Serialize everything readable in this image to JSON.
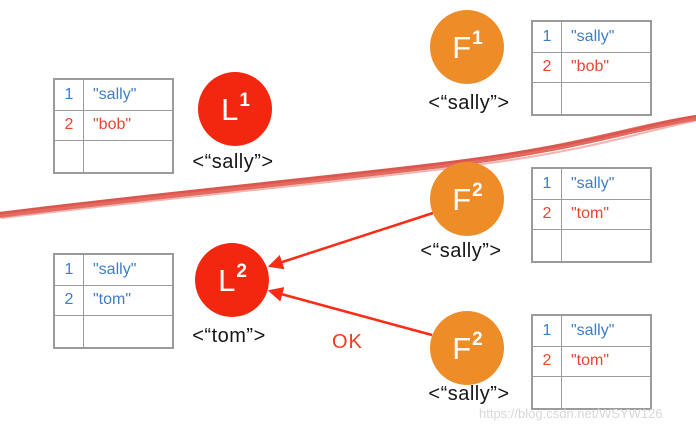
{
  "palette": {
    "leader_red": "#f3270f",
    "follower_orange": "#ee8c28",
    "arrow_red": "#fb2b15",
    "divider_salmon": "#e05a50",
    "table_blue_text": "#3d7ec6",
    "table_red_text": "#e8462c",
    "table_border_gray": "#9b9b9b",
    "watermark_gray": "#d8d8d8"
  },
  "nodes": [
    {
      "id": "L1",
      "letter": "L",
      "sup": "1",
      "role": "leader",
      "message": "<“sally”>"
    },
    {
      "id": "F1",
      "letter": "F",
      "sup": "1",
      "role": "follower",
      "message": "<“sally”>"
    },
    {
      "id": "F2a",
      "letter": "F",
      "sup": "2",
      "role": "follower",
      "message": "<“sally”>"
    },
    {
      "id": "L2",
      "letter": "L",
      "sup": "2",
      "role": "leader",
      "message": "<“tom”>"
    },
    {
      "id": "F2b",
      "letter": "F",
      "sup": "2",
      "role": "follower",
      "message": "<“sally”>"
    }
  ],
  "tables": [
    {
      "id": "leader1-table",
      "rows": [
        {
          "key": "1",
          "value": "\"sally\"",
          "key_color": "blue",
          "value_color": "blue"
        },
        {
          "key": "2",
          "value": "\"bob\"",
          "key_color": "red",
          "value_color": "red"
        },
        {
          "key": "",
          "value": "",
          "key_color": "",
          "value_color": ""
        }
      ]
    },
    {
      "id": "follower1-table",
      "rows": [
        {
          "key": "1",
          "value": "\"sally\"",
          "key_color": "blue",
          "value_color": "blue"
        },
        {
          "key": "2",
          "value": "\"bob\"",
          "key_color": "red",
          "value_color": "red"
        },
        {
          "key": "",
          "value": "",
          "key_color": "",
          "value_color": ""
        }
      ]
    },
    {
      "id": "follower2a-table",
      "rows": [
        {
          "key": "1",
          "value": "\"sally\"",
          "key_color": "blue",
          "value_color": "blue"
        },
        {
          "key": "2",
          "value": "\"tom\"",
          "key_color": "red",
          "value_color": "red"
        },
        {
          "key": "",
          "value": "",
          "key_color": "",
          "value_color": ""
        }
      ]
    },
    {
      "id": "leader2-table",
      "rows": [
        {
          "key": "1",
          "value": "\"sally\"",
          "key_color": "blue",
          "value_color": "blue"
        },
        {
          "key": "2",
          "value": "\"tom\"",
          "key_color": "blue",
          "value_color": "blue"
        },
        {
          "key": "",
          "value": "",
          "key_color": "",
          "value_color": ""
        }
      ]
    },
    {
      "id": "follower2b-table",
      "rows": [
        {
          "key": "1",
          "value": "\"sally\"",
          "key_color": "blue",
          "value_color": "blue"
        },
        {
          "key": "2",
          "value": "\"tom\"",
          "key_color": "red",
          "value_color": "red"
        },
        {
          "key": "",
          "value": "",
          "key_color": "",
          "value_color": ""
        }
      ]
    }
  ],
  "annotations": {
    "ok_label": "OK",
    "watermark": "https://blog.csdn.net/WSYW126"
  }
}
